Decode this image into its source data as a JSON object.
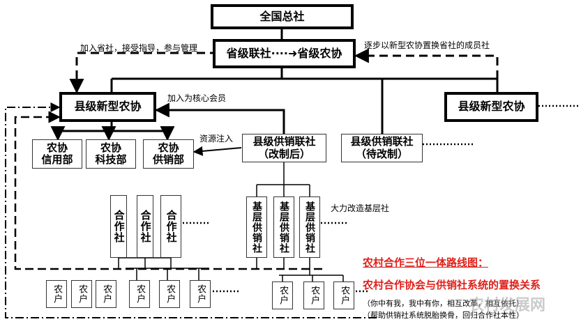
{
  "nodes": {
    "national": "全国总社",
    "provincial_lianshe": "省级联社",
    "provincial_arrow": "····➜",
    "provincial_nongxie": "省级农协",
    "county_left": "县级新型农协",
    "county_right": "县级新型农协",
    "credit": "农协\n信用部",
    "tech": "农协\n科技部",
    "supply": "农协\n供销部",
    "county_supply_reformed": "县级供销联社\n（改制后）",
    "county_supply_pending": "县级供销联社\n（待改制）",
    "coop": "合作社",
    "grassroots": "基层供销社",
    "farmer": "农户"
  },
  "labels": {
    "join_provincial": "加入省社，接受指导，参与管理",
    "replace_members": "逐步以新型农协置换省社的成员社",
    "join_core": "加入为核心会员",
    "resource_injection": "资源注入",
    "reform_grassroots": "大力改造基层社"
  },
  "legend": {
    "title": "农村合作三位一体路线图：",
    "subtitle": "农村合作协会与供销社系统的置换关系",
    "note1": "（你中有我，我中有你，相互改革，相互依托）",
    "note2": "（帮助供销社系统脱胎换骨，回归合作社本性）"
  },
  "watermark": "农村发展网"
}
